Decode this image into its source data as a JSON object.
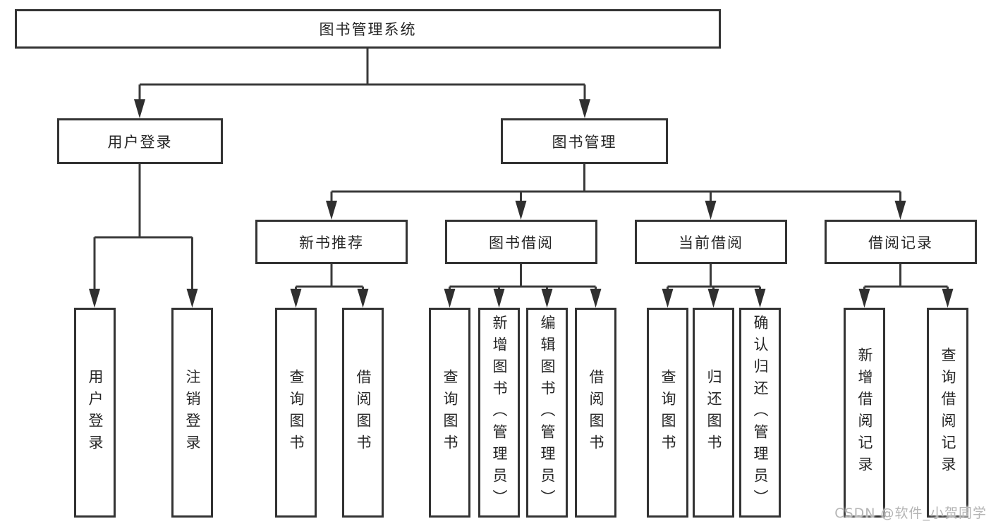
{
  "tree": {
    "root": {
      "label": "图书管理系统"
    },
    "level2": [
      {
        "label": "用户登录"
      },
      {
        "label": "图书管理"
      }
    ],
    "level3": [
      {
        "label": "新书推荐"
      },
      {
        "label": "图书借阅"
      },
      {
        "label": "当前借阅"
      },
      {
        "label": "借阅记录"
      }
    ],
    "leaves": [
      {
        "label": "用户登录"
      },
      {
        "label": "注销登录"
      },
      {
        "label": "查询图书"
      },
      {
        "label": "借阅图书"
      },
      {
        "label": "查询图书"
      },
      {
        "label": "新增图书（管理员）"
      },
      {
        "label": "编辑图书（管理员）"
      },
      {
        "label": "借阅图书"
      },
      {
        "label": "查询图书"
      },
      {
        "label": "归还图书"
      },
      {
        "label": "确认归还（管理员）"
      },
      {
        "label": "新增借阅记录"
      },
      {
        "label": "查询借阅记录"
      }
    ]
  },
  "watermark": {
    "text": "CSDN @软件_小贺同学"
  },
  "colors": {
    "line": "#3a3a3a",
    "arrow_fill": "#2f2f2f",
    "box_border": "#333333",
    "text": "#262626",
    "watermark": "#b5b5b5",
    "background": "#ffffff"
  }
}
